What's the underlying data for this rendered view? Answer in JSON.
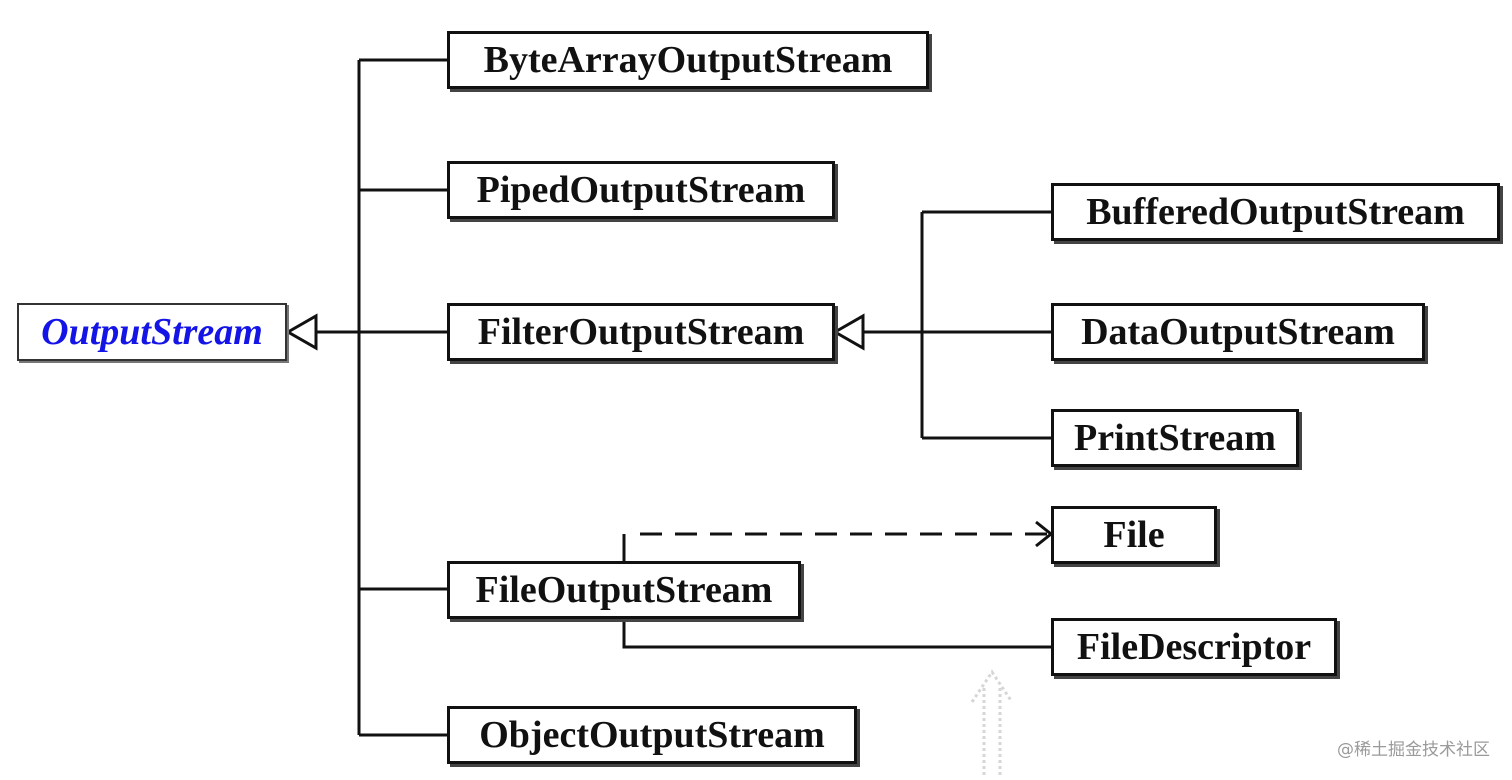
{
  "root": {
    "label": "OutputStream",
    "color": "#1414e6"
  },
  "classes": {
    "byte_array": "ByteArrayOutputStream",
    "piped": "PipedOutputStream",
    "filter": "FilterOutputStream",
    "file": "FileOutputStream",
    "object": "ObjectOutputStream"
  },
  "filter_subclasses": {
    "buffered": "BufferedOutputStream",
    "data": "DataOutputStream",
    "print": "PrintStream"
  },
  "dependencies": {
    "file": "File",
    "file_descriptor": "FileDescriptor"
  },
  "watermark": "@稀土掘金技术社区"
}
